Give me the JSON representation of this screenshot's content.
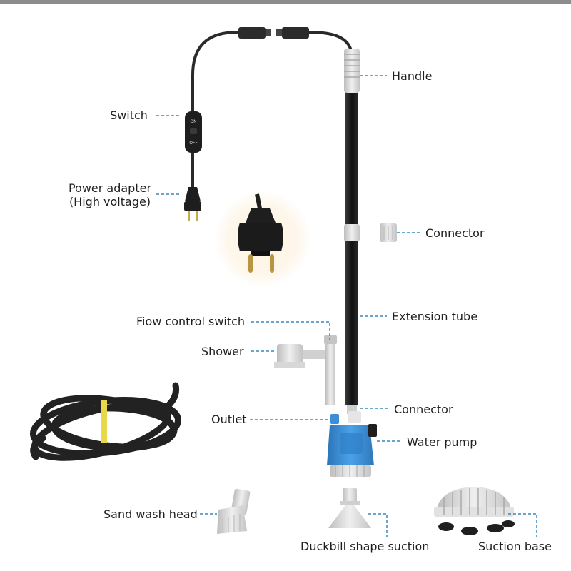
{
  "labels": {
    "handle": "Handle",
    "switch": "Switch",
    "switch_on": "ON",
    "switch_off": "OFF",
    "power_adapter_line1": "Power adapter",
    "power_adapter_line2": "(High voltage)",
    "connector_top": "Connector",
    "extension_tube": "Extension tube",
    "flow_control_switch": "Fiow control switch",
    "shower": "Shower",
    "connector_bottom": "Connector",
    "outlet": "Outlet",
    "water_pump": "Water pump",
    "sand_wash_head": "Sand wash head",
    "duckbill_suction": "Duckbill shape suction",
    "suction_base": "Suction base"
  },
  "colors": {
    "leader": "#3d86b8",
    "cable": "#2a2a2a",
    "tube": "#1c1c1c",
    "plastic": "#dcdcdc",
    "pump_blue": "#3a8fd8",
    "hose": "#222222",
    "tie": "#e8d84a"
  }
}
